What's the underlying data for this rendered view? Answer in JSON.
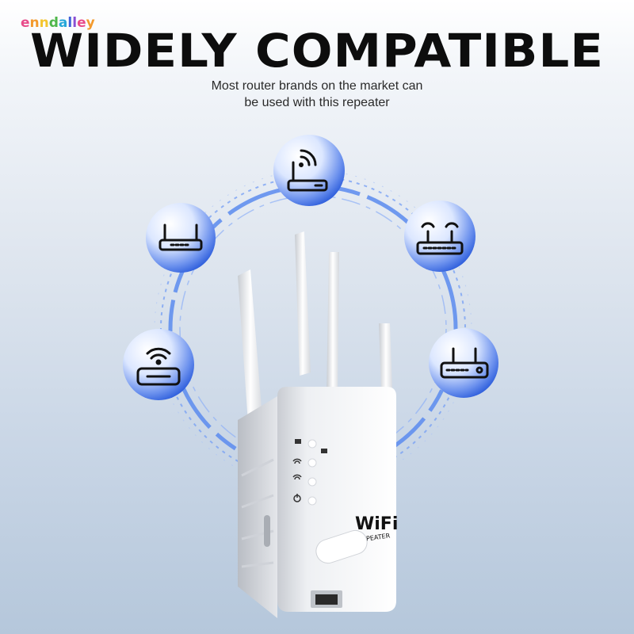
{
  "brand": {
    "name": "enndalley",
    "letter_colors": [
      "#e84b8a",
      "#f39a2d",
      "#f3c52e",
      "#4fb74b",
      "#27a7d9",
      "#3f62d8",
      "#8a4fd3",
      "#e84b8a",
      "#f39a2d"
    ]
  },
  "header": {
    "title": "WIDELY COMPATIBLE",
    "subtitle_line1": "Most router brands on the market can",
    "subtitle_line2": "be used with this repeater"
  },
  "device": {
    "logo": "WiFi",
    "model": "REPEATER",
    "indicator_icons": [
      "network-icon",
      "wifi-icon",
      "wifi-icon",
      "power-icon"
    ]
  },
  "router_icons": [
    "router-wifi-antenna-icon",
    "router-dual-antenna-icon",
    "router-antenna-icon",
    "router-ports-icon",
    "router-dome-wifi-icon"
  ],
  "colors": {
    "accent_blue": "#3b6fe0",
    "bubble_light": "#eaf1ff",
    "bubble_dark": "#2f5fdc",
    "ring": "#4a7ee8",
    "device_white": "#f4f5f7"
  }
}
